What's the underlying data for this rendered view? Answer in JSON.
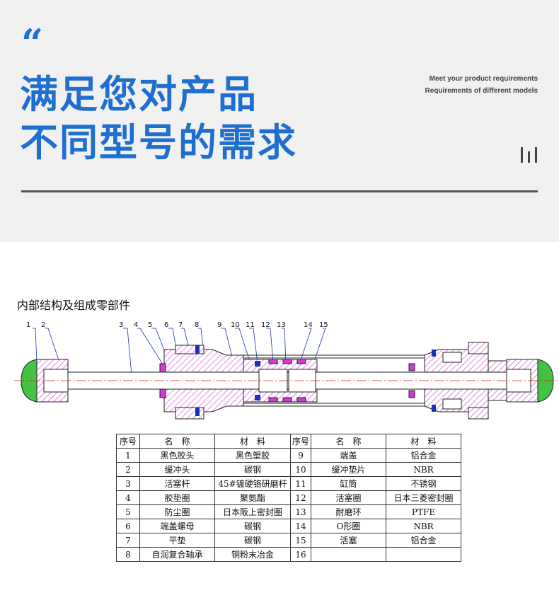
{
  "header": {
    "quote_mark": "“",
    "title_line1": "满足您对产品",
    "title_line2": "不同型号的需求",
    "subtitle_line1": "Meet your product requirements",
    "subtitle_line2": "Requirements of different models",
    "accent_color": "#1f6fd0"
  },
  "section": {
    "title": "内部结构及组成零部件"
  },
  "callouts": [
    "1",
    "2",
    "3",
    "4",
    "5",
    "6",
    "7",
    "8",
    "9",
    "10",
    "11",
    "12",
    "13",
    "14",
    "15"
  ],
  "table": {
    "headers": [
      "序号",
      "名　称",
      "材　料",
      "序号",
      "名　称",
      "材　料"
    ],
    "rows": [
      [
        "1",
        "黑色胶头",
        "黑色塑胶",
        "9",
        "端盖",
        "铝合金"
      ],
      [
        "2",
        "缓冲头",
        "碳钢",
        "10",
        "缓冲垫片",
        "NBR"
      ],
      [
        "3",
        "活塞杆",
        "45#镀硬铬研磨杆",
        "11",
        "缸筒",
        "不锈钢"
      ],
      [
        "4",
        "胶垫圈",
        "聚氨酯",
        "12",
        "活塞圈",
        "日本三菱密封圈"
      ],
      [
        "5",
        "防尘圈",
        "日本阪上密封圈",
        "13",
        "耐磨环",
        "PTFE"
      ],
      [
        "6",
        "端盖螺母",
        "碳钢",
        "14",
        "O形圈",
        "NBR"
      ],
      [
        "7",
        "平垫",
        "碳钢",
        "15",
        "活塞",
        "铝合金"
      ],
      [
        "8",
        "自润复合轴承",
        "铜粉末冶金",
        "16",
        "",
        ""
      ]
    ]
  }
}
